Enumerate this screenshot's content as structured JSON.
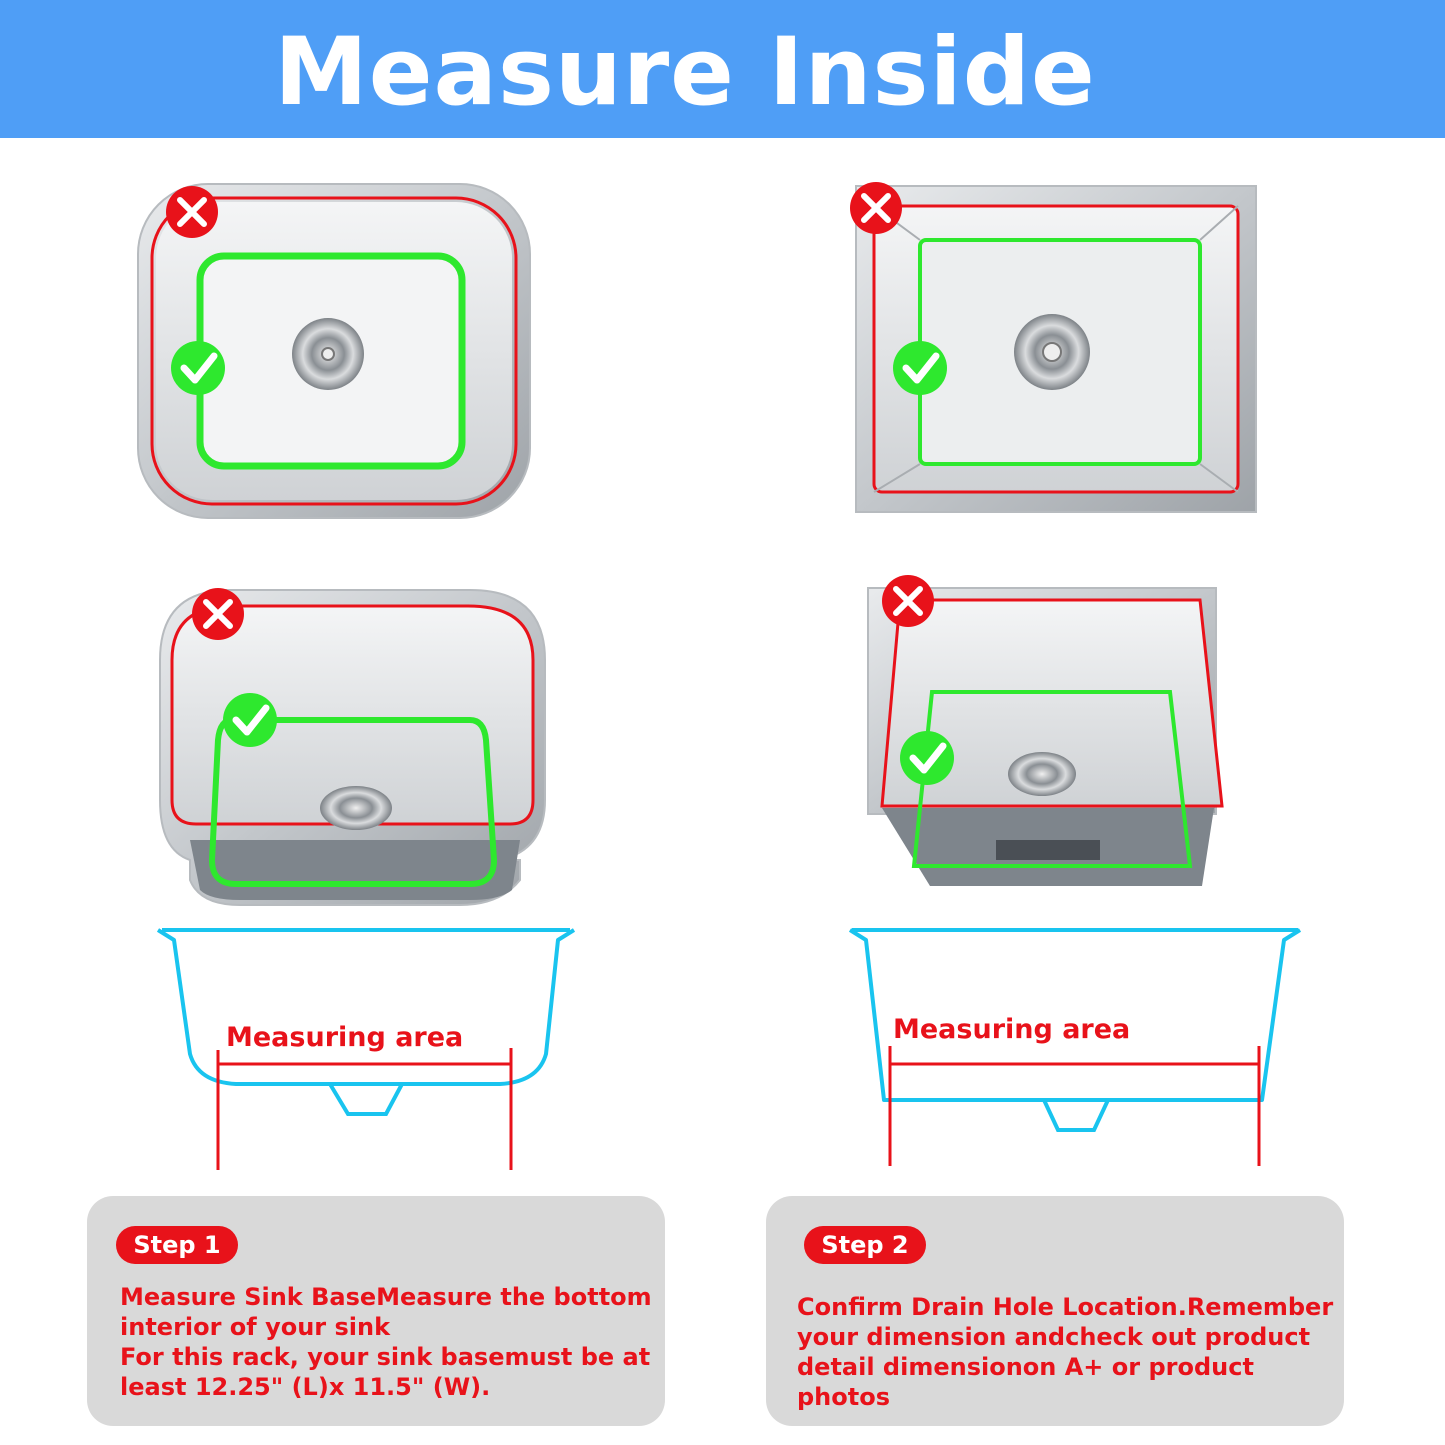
{
  "header": {
    "title": "Measure Inside"
  },
  "diagrams": [
    {
      "label": "Measuring area"
    },
    {
      "label": "Measuring area"
    }
  ],
  "steps": [
    {
      "badge": "Step 1",
      "line1": "Measure Sink BaseMeasure the bottom",
      "line2": "interior of your sink",
      "line3": "For this rack, your sink basemust be at",
      "line4": "least 12.25\" (L)x 11.5\" (W)."
    },
    {
      "badge": "Step 2",
      "line1": "Confirm Drain Hole Location.Remember",
      "line2": "your dimension andcheck out product",
      "line3": "detail dimensionon A+ or product photos"
    }
  ],
  "colors": {
    "banner": "#4f9ef6",
    "wrong_mark": "#e8121a",
    "correct_mark": "#2ee82e",
    "diagram_outline": "#19c4ef",
    "card": "#d9d9d9"
  },
  "icons": [
    "cross-icon",
    "check-icon"
  ]
}
